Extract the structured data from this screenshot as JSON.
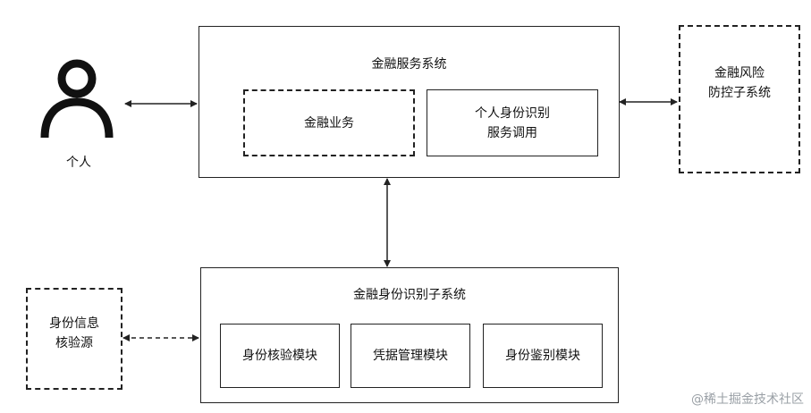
{
  "person": {
    "label": "个人",
    "icon": "person-icon"
  },
  "financial_service_system": {
    "title": "金融服务系统",
    "business": "金融业务",
    "identity_call": [
      "个人身份识别",
      "服务调用"
    ]
  },
  "risk_control": [
    "金融风险",
    "防控子系统"
  ],
  "identity_subsystem": {
    "title": "金融身份识别子系统",
    "modules": [
      "身份核验模块",
      "凭据管理模块",
      "身份鉴别模块"
    ]
  },
  "verification_source": [
    "身份信息",
    "核验源"
  ],
  "watermark": "@稀土掘金技术社区"
}
